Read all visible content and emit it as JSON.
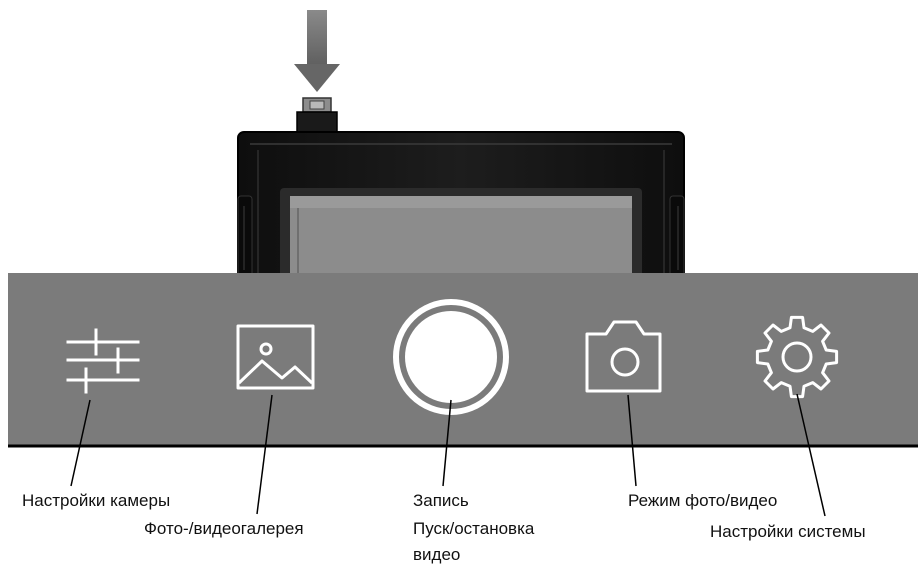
{
  "labels": {
    "camera_settings": "Настройки камеры",
    "gallery": "Фото-/видеогалерея",
    "record": "Запись",
    "record_sub": "Пуск/остановка",
    "record_sub2": "видео",
    "mode": "Режим фото/видео",
    "system_settings": "Настройки системы"
  },
  "icons": {
    "camera_settings": "sliders-icon",
    "gallery": "image-icon",
    "record": "record-button-icon",
    "mode": "camera-icon",
    "system_settings": "gear-icon",
    "press": "down-arrow-icon"
  },
  "colors": {
    "toolbar": "#7b7b7b",
    "icon_stroke": "#ffffff",
    "device_body": "#151515",
    "screen": "#8c8c8c",
    "arrow": "#777777",
    "label_text": "#111111"
  }
}
